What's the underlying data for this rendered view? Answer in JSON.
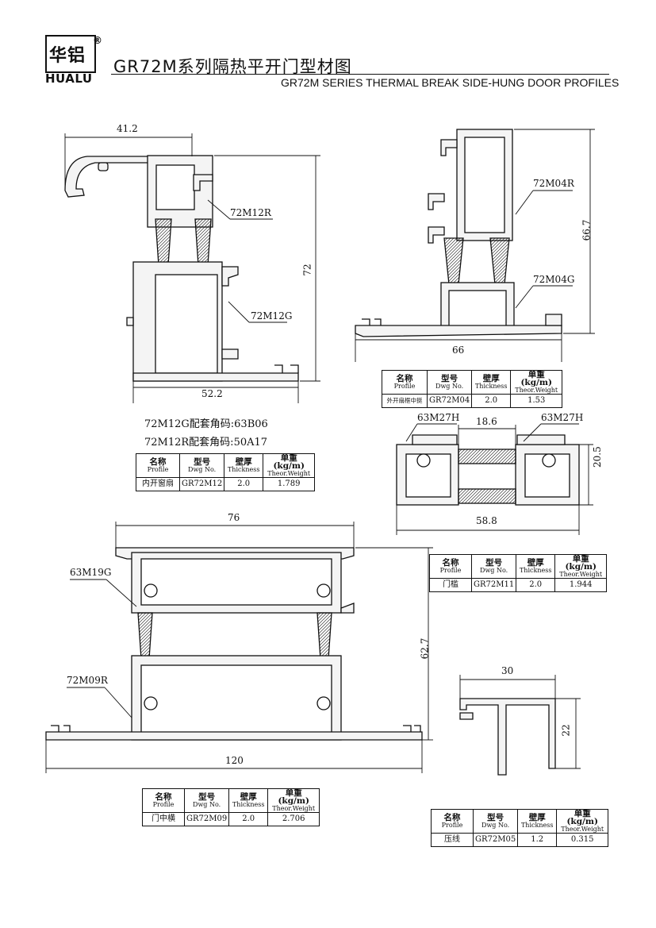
{
  "header": {
    "logo_cn": "华铝",
    "logo_reg": "®",
    "logo_en": "HUALU",
    "title_cn": "GR72M系列隔热平开门型材图",
    "title_en": "GR72M SERIES THERMAL BREAK SIDE-HUNG DOOR PROFILES"
  },
  "table_header": {
    "name_cn": "名称",
    "name_en": "Profile",
    "model_cn": "型号",
    "model_en": "Dwg No.",
    "thick_cn": "壁厚",
    "thick_en": "Thickness",
    "weight_cn": "单重(kg/m)",
    "weight_en": "Theor.Weight"
  },
  "profiles": {
    "sash": {
      "labels": {
        "r": "72M12R",
        "g": "72M12G"
      },
      "dims": {
        "top": "41.2",
        "height": "72",
        "width": "52.2"
      },
      "notes": [
        "72M12G配套角码:63B06",
        "72M12R配套角码:50A17"
      ],
      "spec": {
        "name": "内开窗扇",
        "model": "GR72M12",
        "thickness": "2.0",
        "weight": "1.789"
      }
    },
    "outer_sash": {
      "labels": {
        "r": "72M04R",
        "g": "72M04G"
      },
      "dims": {
        "height": "66.7",
        "width": "66"
      },
      "spec": {
        "name": "外开扇框中挺",
        "model": "GR72M04",
        "thickness": "2.0",
        "weight": "1.53"
      }
    },
    "threshold": {
      "labels": {
        "left": "63M27H",
        "right": "63M27H"
      },
      "dims": {
        "gap": "18.6",
        "height": "20.5",
        "width": "58.8"
      },
      "spec": {
        "name": "门槛",
        "model": "GR72M11",
        "thickness": "2.0",
        "weight": "1.944"
      }
    },
    "transom": {
      "labels": {
        "top": "63M19G",
        "bottom": "72M09R"
      },
      "dims": {
        "top": "76",
        "height": "62.7",
        "width": "120"
      },
      "spec": {
        "name": "门中横",
        "model": "GR72M09",
        "thickness": "2.0",
        "weight": "2.706"
      }
    },
    "bead": {
      "dims": {
        "width": "30",
        "height": "22"
      },
      "spec": {
        "name": "压线",
        "model": "GR72M05",
        "thickness": "1.2",
        "weight": "0.315"
      }
    }
  }
}
